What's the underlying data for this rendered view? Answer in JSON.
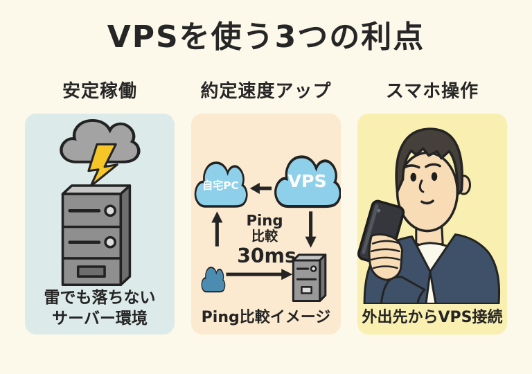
{
  "title": "VPSを使う3つの利点",
  "panels": {
    "stability": {
      "header": "安定稼働",
      "caption_line1": "雷でも落ちない",
      "caption_line2": "サーバー環境"
    },
    "speed": {
      "header": "約定速度アップ",
      "home_pc_label": "自宅PC",
      "vps_label": "VPS",
      "ping_line1": "Ping",
      "ping_line2": "比較",
      "latency": "30ms",
      "caption": "Ping比較イメージ"
    },
    "mobile": {
      "header": "スマホ操作",
      "caption": "外出先からVPS接続"
    }
  },
  "icons": {
    "storm_cloud": "storm-cloud-icon",
    "lightning": "lightning-icon",
    "server_tower": "server-tower-icon",
    "home_pc_cloud": "home-pc-cloud-icon",
    "vps_cloud": "vps-cloud-icon",
    "internet_cloud": "internet-cloud-icon",
    "vps_server": "vps-server-icon",
    "arrow_left": "arrow-left-icon",
    "arrow_up": "arrow-up-icon",
    "arrow_down": "arrow-down-icon",
    "arrow_right": "arrow-right-icon",
    "person": "person-with-phone-illustration",
    "smartphone": "smartphone-icon"
  },
  "colors": {
    "page_bg": "#fcf9ea",
    "panel_stability_bg": "#dcebe9",
    "panel_speed_bg": "#fbead0",
    "panel_mobile_bg": "#f9efb0",
    "text_dark": "#242424",
    "cloud_blue": "#8ed0ea",
    "deep_cloud_blue": "#4c8cb1",
    "lightning_yellow": "#f6c527",
    "storm_cloud_gray": "#a3a3a3",
    "server_gray": "#8f8f8f",
    "jacket_navy": "#3e5169",
    "skin_tone": "#f7dcb6",
    "hair_brown": "#46403a",
    "phone_dark": "#35373c"
  }
}
